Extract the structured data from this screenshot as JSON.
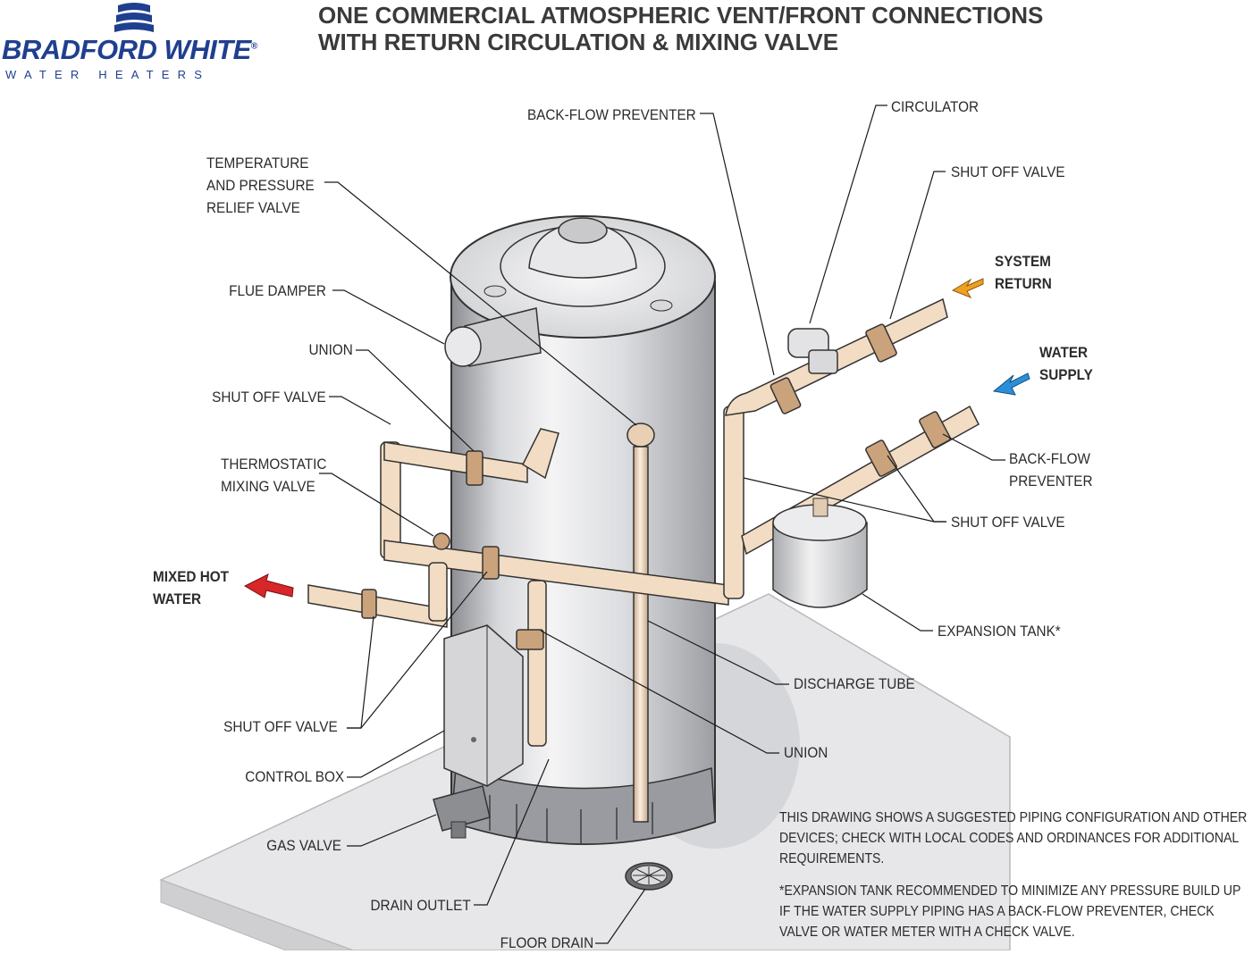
{
  "brand": {
    "name": "BRADFORD WHITE",
    "mark": "®",
    "tagline": "WATER HEATERS"
  },
  "title": {
    "line1": "ONE COMMERCIAL ATMOSPHERIC VENT/FRONT CONNECTIONS",
    "line2": "WITH RETURN CIRCULATION & MIXING VALVE"
  },
  "labels": {
    "back_flow_preventer_top": "BACK-FLOW PREVENTER",
    "circulator": "CIRCULATOR",
    "shut_off_valve_top_right": "SHUT OFF VALVE",
    "tp_relief_valve": "TEMPERATURE\nAND PRESSURE\nRELIEF VALVE",
    "system_return": "SYSTEM\nRETURN",
    "flue_damper": "FLUE DAMPER",
    "water_supply": "WATER\nSUPPLY",
    "union_top": "UNION",
    "shut_off_valve_left": "SHUT OFF VALVE",
    "back_flow_preventer_right": "BACK-FLOW\nPREVENTER",
    "thermostatic_mixing_valve": "THERMOSTATIC\nMIXING VALVE",
    "shut_off_valve_right": "SHUT OFF VALVE",
    "mixed_hot_water": "MIXED HOT\nWATER",
    "expansion_tank": "EXPANSION TANK*",
    "discharge_tube": "DISCHARGE TUBE",
    "shut_off_valve_bottom_left": "SHUT OFF VALVE",
    "union_bottom": "UNION",
    "control_box": "CONTROL BOX",
    "gas_valve": "GAS VALVE",
    "drain_outlet": "DRAIN OUTLET",
    "floor_drain": "FLOOR DRAIN"
  },
  "notes": {
    "note1": "THIS DRAWING SHOWS A SUGGESTED PIPING CONFIGURATION AND OTHER DEVICES; CHECK WITH LOCAL CODES AND ORDINANCES FOR ADDITIONAL REQUIREMENTS.",
    "note2": "*EXPANSION TANK RECOMMENDED TO MINIMIZE ANY PRESSURE BUILD UP IF THE WATER SUPPLY PIPING HAS A BACK-FLOW PREVENTER, CHECK VALVE OR WATER METER WITH A CHECK VALVE."
  },
  "colors": {
    "brand_blue": "#1f3f8f",
    "pipe": "#f2dcc3",
    "arrow_return": "#f0a020",
    "arrow_supply": "#2a8fd8",
    "arrow_mixed": "#d8262a",
    "tank": "#e4e4e6",
    "floor": "#e6e6e8"
  }
}
